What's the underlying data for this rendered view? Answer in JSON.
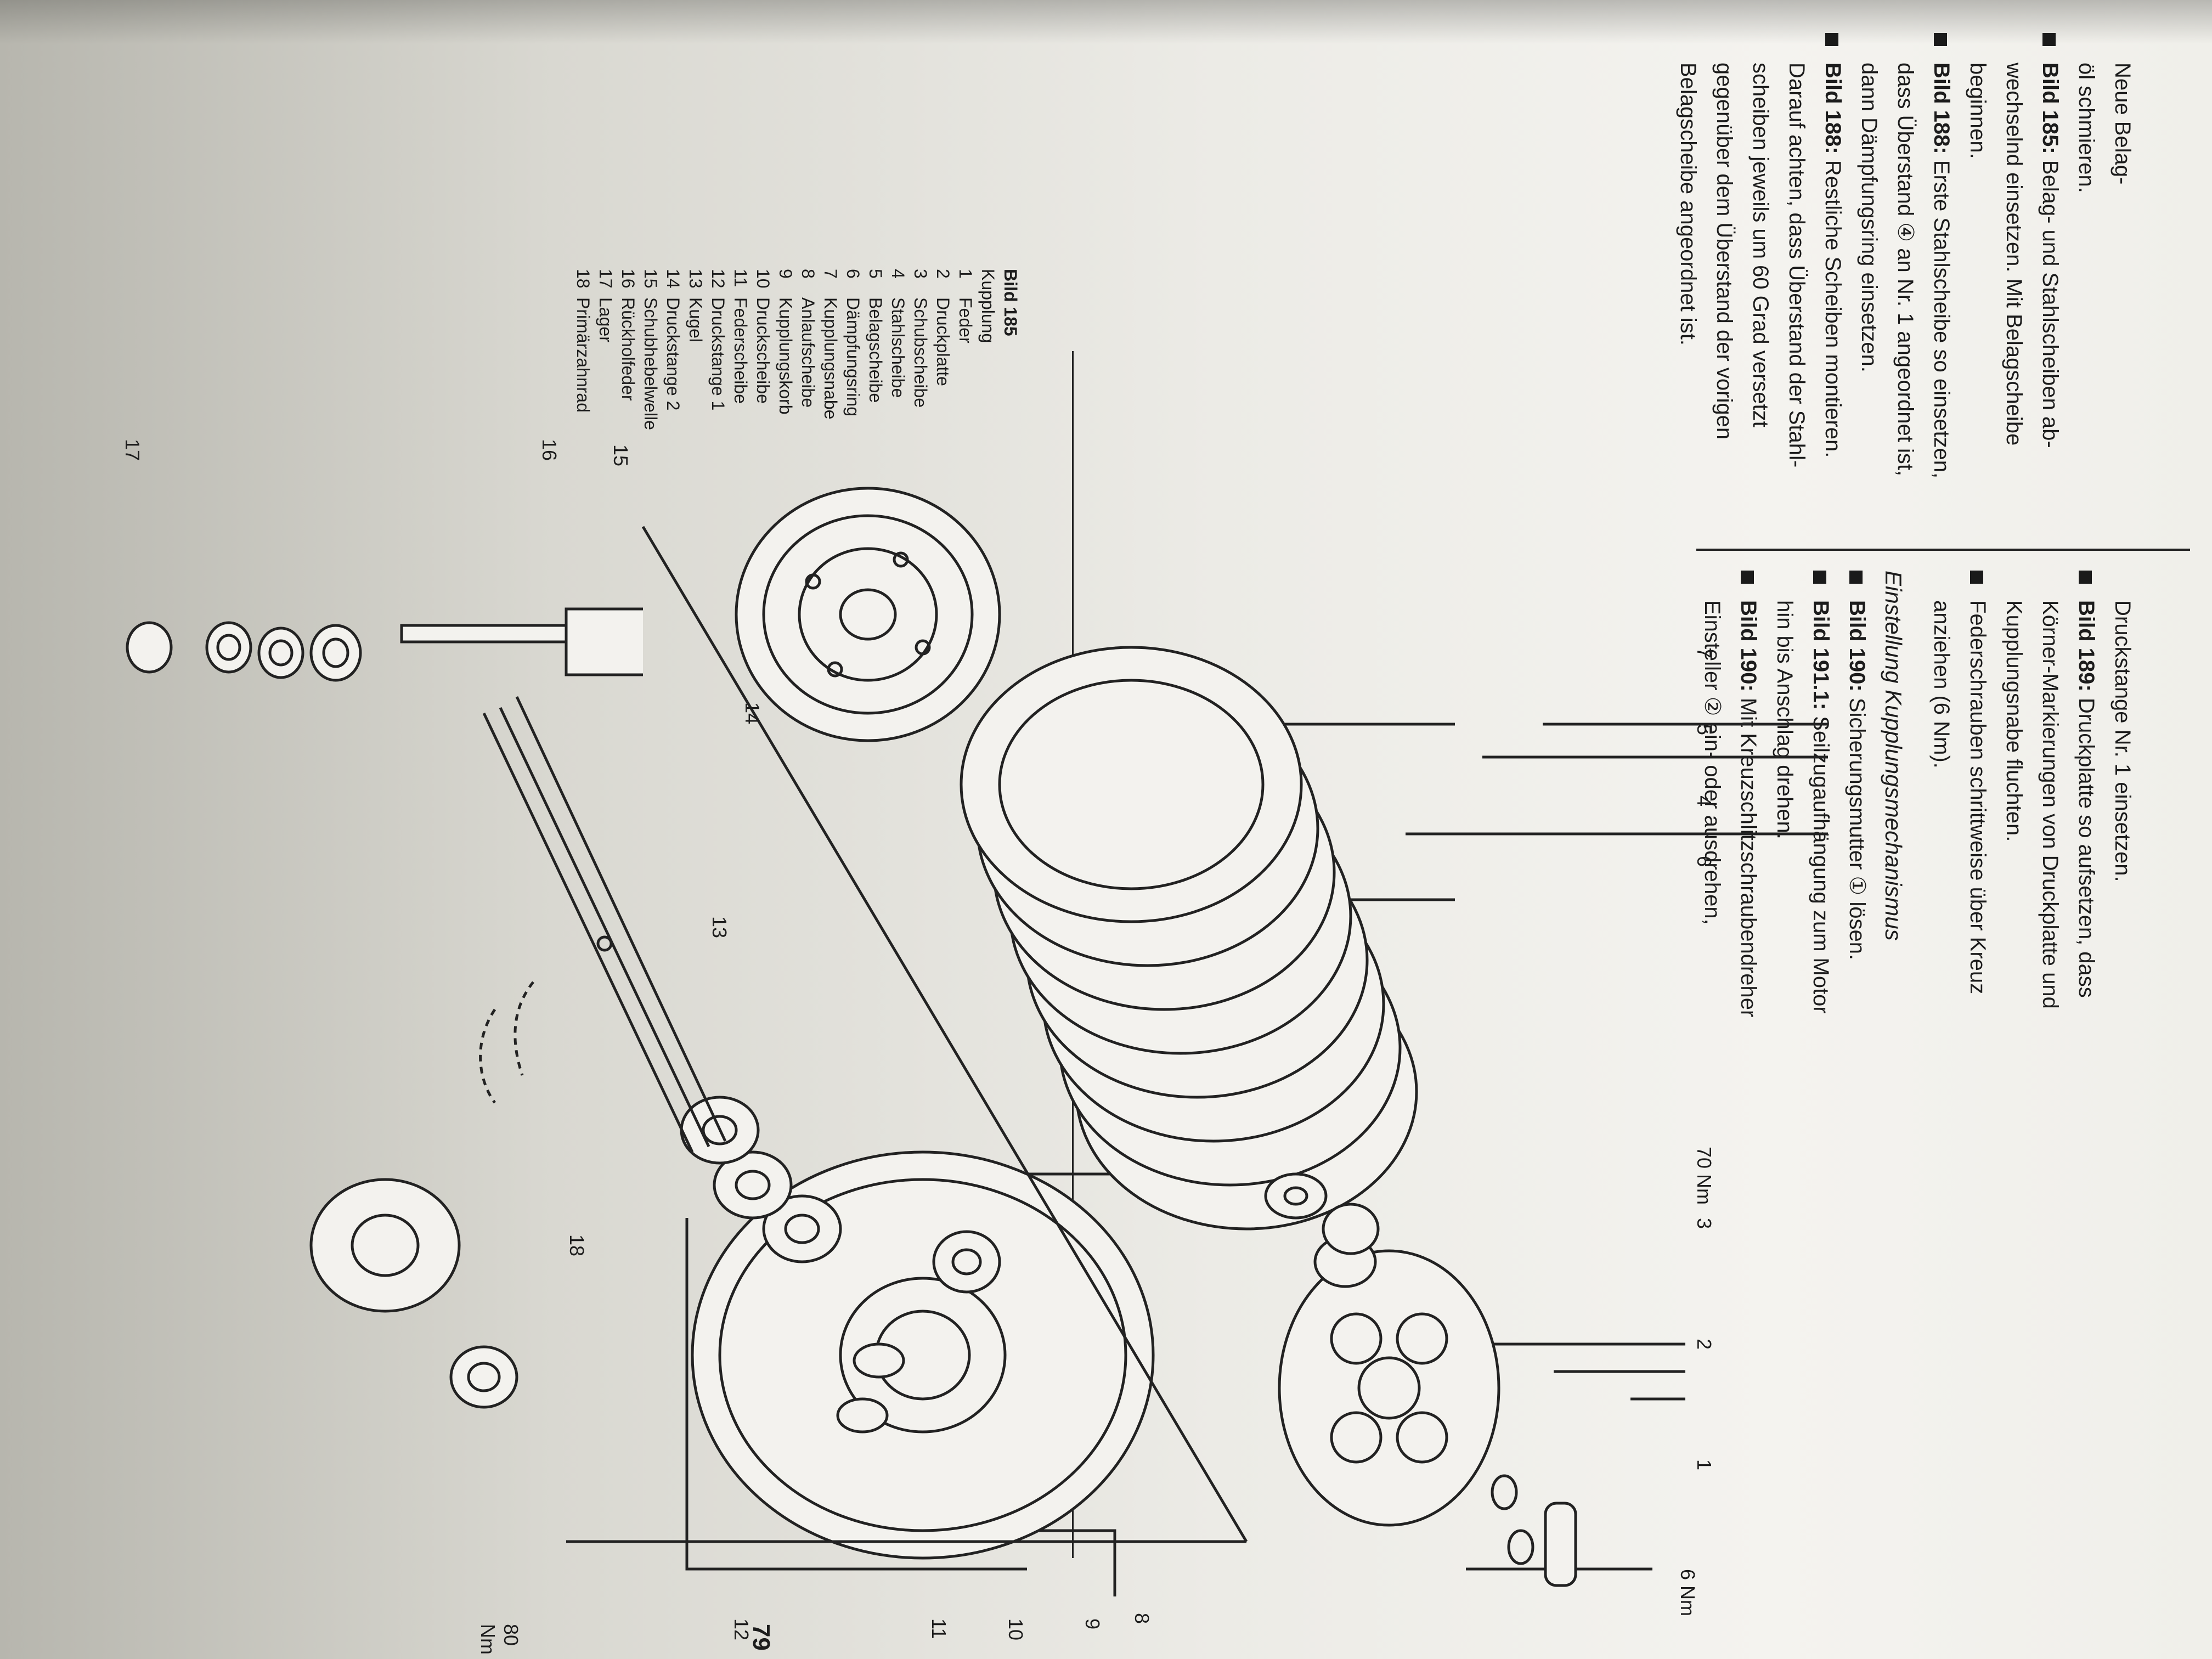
{
  "page_number": "79",
  "left_column": [
    {
      "marker": false,
      "parts": [
        {
          "t": "Neue Belag-",
          "b": false
        }
      ]
    },
    {
      "marker": false,
      "parts": [
        {
          "t": "öl schmieren.",
          "b": false
        }
      ]
    },
    {
      "marker": true,
      "parts": [
        {
          "t": "Bild 185:",
          "b": true
        },
        {
          "t": " Belag- und Stahlscheiben ab-",
          "b": false
        }
      ]
    },
    {
      "marker": false,
      "parts": [
        {
          "t": "wechselnd einsetzen. Mit Belagscheibe",
          "b": false
        }
      ]
    },
    {
      "marker": false,
      "parts": [
        {
          "t": "beginnen.",
          "b": false
        }
      ]
    },
    {
      "marker": true,
      "parts": [
        {
          "t": "Bild 188:",
          "b": true
        },
        {
          "t": " Erste Stahlscheibe so einsetzen,",
          "b": false
        }
      ]
    },
    {
      "marker": false,
      "parts": [
        {
          "t": "dass Überstand ④ an Nr. 1 angeordnet ist,",
          "b": false
        }
      ]
    },
    {
      "marker": false,
      "parts": [
        {
          "t": "dann Dämpfungsring einsetzen.",
          "b": false
        }
      ]
    },
    {
      "marker": true,
      "parts": [
        {
          "t": "Bild 188:",
          "b": true
        },
        {
          "t": " Restliche Scheiben montieren.",
          "b": false
        }
      ]
    },
    {
      "marker": false,
      "parts": [
        {
          "t": "Darauf achten, dass Überstand der Stahl-",
          "b": false
        }
      ]
    },
    {
      "marker": false,
      "parts": [
        {
          "t": "scheiben jeweils um 60 Grad versetzt",
          "b": false
        }
      ]
    },
    {
      "marker": false,
      "parts": [
        {
          "t": "gegenüber dem Überstand der vorigen",
          "b": false
        }
      ]
    },
    {
      "marker": false,
      "parts": [
        {
          "t": "Belagscheibe angeordnet ist.",
          "b": false
        }
      ]
    }
  ],
  "right_column": [
    {
      "marker": false,
      "parts": [
        {
          "t": "Druckstange Nr. 1 einsetzen.",
          "b": false
        }
      ]
    },
    {
      "marker": true,
      "parts": [
        {
          "t": "Bild 189:",
          "b": true
        },
        {
          "t": " Druckplatte so aufsetzen, dass",
          "b": false
        }
      ]
    },
    {
      "marker": false,
      "parts": [
        {
          "t": "Körner-Markierungen von Druckplatte und",
          "b": false
        }
      ]
    },
    {
      "marker": false,
      "parts": [
        {
          "t": "Kupplungsnabe fluchten.",
          "b": false
        }
      ]
    },
    {
      "marker": true,
      "parts": [
        {
          "t": "Federschrauben schrittweise über Kreuz",
          "b": false
        }
      ]
    },
    {
      "marker": false,
      "parts": [
        {
          "t": "anziehen (6 Nm).",
          "b": false
        }
      ]
    }
  ],
  "section_heading": "Einstellung Kupplungsmechanismus",
  "section_lines": [
    {
      "marker": true,
      "parts": [
        {
          "t": "Bild 190:",
          "b": true
        },
        {
          "t": " Sicherungsmutter ① lösen.",
          "b": false
        }
      ]
    },
    {
      "marker": true,
      "parts": [
        {
          "t": "Bild 191.1:",
          "b": true
        },
        {
          "t": " Seilzugaufhängung zum Motor",
          "b": false
        }
      ]
    },
    {
      "marker": false,
      "parts": [
        {
          "t": "hin bis Anschlag drehen.",
          "b": false
        }
      ]
    },
    {
      "marker": true,
      "parts": [
        {
          "t": "Bild 190:",
          "b": true
        },
        {
          "t": " Mit Kreuzschlitzschraubendreher",
          "b": false
        }
      ]
    },
    {
      "marker": false,
      "parts": [
        {
          "t": "Einsteller ② ein- oder ausdrehen,",
          "b": false
        }
      ]
    }
  ],
  "legend": {
    "title": "Bild 185",
    "subtitle": "Kupplung",
    "items": [
      {
        "n": "1",
        "label": "Feder"
      },
      {
        "n": "2",
        "label": "Druckplatte"
      },
      {
        "n": "3",
        "label": "Schubscheibe"
      },
      {
        "n": "4",
        "label": "Stahlscheibe"
      },
      {
        "n": "5",
        "label": "Belagscheibe"
      },
      {
        "n": "6",
        "label": "Dämpfungsring"
      },
      {
        "n": "7",
        "label": "Kupplungsnabe"
      },
      {
        "n": "8",
        "label": "Anlaufscheibe"
      },
      {
        "n": "9",
        "label": "Kupplungskorb"
      },
      {
        "n": "10",
        "label": "Druckscheibe"
      },
      {
        "n": "11",
        "label": "Federscheibe"
      },
      {
        "n": "12",
        "label": "Druckstange 1"
      },
      {
        "n": "13",
        "label": "Kugel"
      },
      {
        "n": "14",
        "label": "Druckstange 2"
      },
      {
        "n": "15",
        "label": "Schubhebelwelle"
      },
      {
        "n": "16",
        "label": "Rückholfeder"
      },
      {
        "n": "17",
        "label": "Lager"
      },
      {
        "n": "18",
        "label": "Primärzahnrad"
      }
    ]
  },
  "callouts": {
    "c1": "1",
    "c2": "2",
    "c3": "3",
    "c4": "4",
    "c5": "5",
    "c6": "6",
    "c7": "7",
    "c8": "8",
    "c9": "9",
    "c10": "10",
    "c11": "11",
    "c12": "12",
    "c13": "13",
    "c14": "14",
    "c15": "15",
    "c16": "16",
    "c17": "17",
    "c18": "18"
  },
  "torques": {
    "t6": "6 Nm",
    "t70": "70 Nm",
    "t80": "80 Nm"
  }
}
